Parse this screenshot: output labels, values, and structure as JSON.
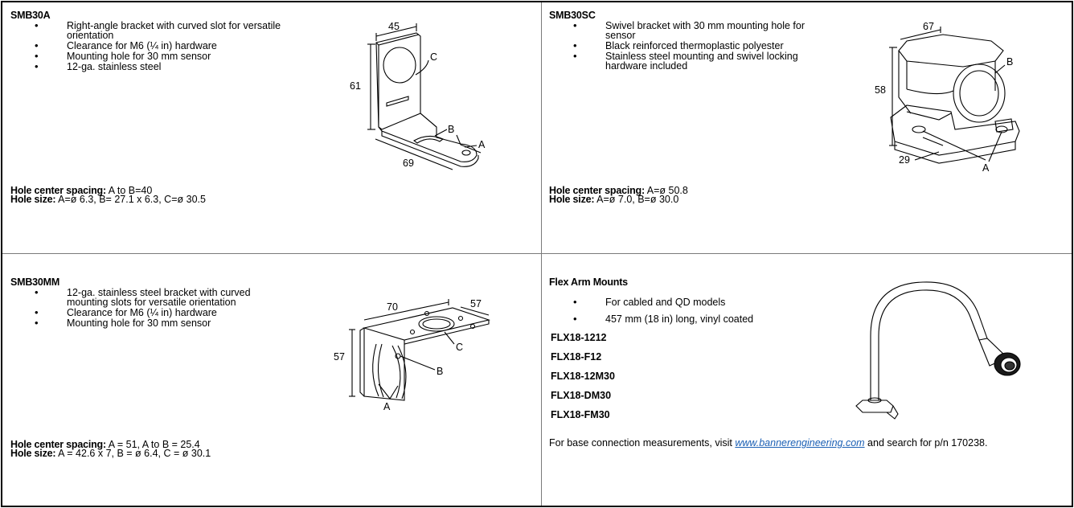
{
  "cells": [
    {
      "title": "SMB30A",
      "bullets": [
        "Right-angle bracket with curved slot for versatile orientation",
        "Clearance for M6 (¼ in) hardware",
        "Mounting hole for 30 mm sensor",
        "12-ga. stainless steel"
      ],
      "spacing_label": "Hole center spacing:",
      "spacing_value": "A to B=40",
      "size_label": "Hole size:",
      "size_value": "A=ø 6.3, B= 27.1 x 6.3, C=ø 30.5",
      "dims": [
        "45",
        "61",
        "69"
      ],
      "callouts": [
        "C",
        "B",
        "A"
      ]
    },
    {
      "title": "SMB30SC",
      "bullets": [
        "Swivel bracket with 30 mm mounting hole for sensor",
        "Black reinforced thermoplastic polyester",
        "Stainless steel mounting and swivel locking hardware included"
      ],
      "spacing_label": "Hole center spacing:",
      "spacing_value": "A=ø 50.8",
      "size_label": "Hole size:",
      "size_value": "A=ø 7.0, B=ø 30.0",
      "dims": [
        "67",
        "58",
        "29"
      ],
      "callouts": [
        "B",
        "A"
      ]
    },
    {
      "title": "SMB30MM",
      "bullets": [
        "12-ga. stainless steel bracket with curved mounting slots for versatile orientation",
        "Clearance for M6 (¼ in) hardware",
        "Mounting hole for 30 mm sensor"
      ],
      "spacing_label": "Hole center spacing:",
      "spacing_value": "A = 51, A to B = 25.4",
      "size_label": "Hole size:",
      "size_value": "A = 42.6 x 7, B = ø 6.4, C = ø 30.1",
      "dims": [
        "70",
        "57",
        "57"
      ],
      "callouts": [
        "C",
        "B",
        "A"
      ]
    },
    {
      "title": "Flex Arm Mounts",
      "bullets": [
        "For cabled and QD models",
        "457 mm (18 in) long, vinyl coated"
      ],
      "models": [
        "FLX18-1212",
        "FLX18-F12",
        "FLX18-12M30",
        "FLX18-DM30",
        "FLX18-FM30"
      ],
      "note_prefix": "For base connection measurements, visit ",
      "note_link": "www.bannerengineering.com",
      "note_suffix": " and search for p/n 170238."
    }
  ]
}
